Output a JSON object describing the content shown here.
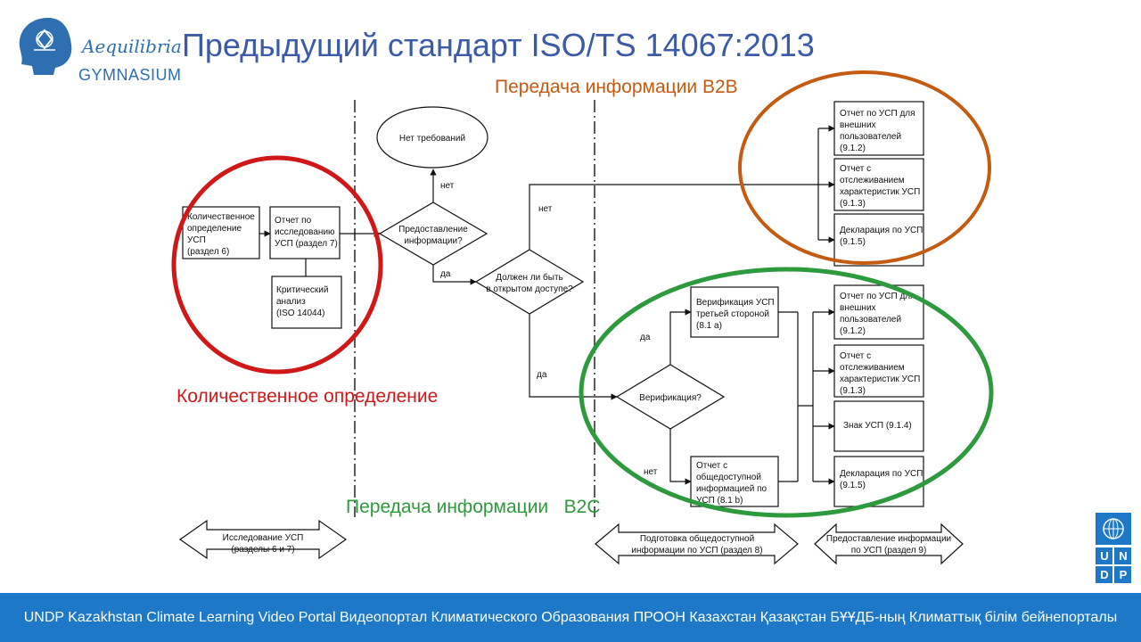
{
  "logo": {
    "title": "Aequilibria",
    "subtitle": "GYMNASIUM"
  },
  "header": {
    "title": "Предыдущий стандарт ISO/TS 14067:2013"
  },
  "annotations": {
    "b2b": "Передача информации В2В",
    "quantification": "Количественное определение",
    "b2c": "Передача информации   В2С"
  },
  "diagram": {
    "boxes": {
      "quantification": [
        "Количественное",
        "определение",
        "УСП",
        "(раздел 6)"
      ],
      "study_report": [
        "Отчет по",
        "исследованию",
        "УСП (раздел 7)"
      ],
      "critical_review": [
        "Критический",
        "анализ",
        "(ISO 14044)"
      ],
      "no_requirements": "Нет требований",
      "external_report_top": [
        "Отчет по УСП для",
        "внешних",
        "пользователей",
        "(9.1.2)"
      ],
      "tracking_report_top": [
        "Отчет с",
        "отслеживанием",
        "характеристик УСП",
        "(9.1.3)"
      ],
      "declaration_top": [
        "Декларация по УСП",
        "(9.1.5)"
      ],
      "third_party_verification": [
        "Верификация УСП",
        "третьей стороной",
        "(8.1 a)"
      ],
      "public_report": [
        "Отчет с",
        "общедоступной",
        "информацией по",
        "УСП (8.1 b)"
      ],
      "external_report_bottom": [
        "Отчет по УСП для",
        "внешних",
        "пользователей",
        "(9.1.2)"
      ],
      "tracking_report_bottom": [
        "Отчет с",
        "отслеживанием",
        "характеристик УСП",
        "(9.1.3)"
      ],
      "label_mark": "Знак УСП (9.1.4)",
      "declaration_bottom": [
        "Декларация по УСП",
        "(9.1.5)"
      ]
    },
    "decisions": {
      "provide_info": [
        "Предоставление",
        "информации?"
      ],
      "public_access": [
        "Должен ли быть",
        "в открытом доступе?"
      ],
      "verification": "Верификация?"
    },
    "edge_labels": {
      "no_1": "нет",
      "yes_1": "да",
      "no_2": "нет",
      "yes_2": "да",
      "yes_3": "да",
      "no_3": "нет"
    },
    "phases": {
      "study": [
        "Исследование УСП",
        "(разделы 6 и 7)"
      ],
      "prep": [
        "Подготовка общедоступной",
        "информации по УСП (раздел 8)"
      ],
      "provide": [
        "Предоставление информации",
        "по УСП (раздел 9)"
      ]
    }
  },
  "undp": {
    "letters": [
      "U",
      "N",
      "D",
      "P"
    ]
  },
  "footer": {
    "text": "UNDP Kazakhstan Climate Learning Video Portal  Видеопортал Климатического Образования ПРООН Казахстан   Қазақстан БҰҰДБ-ның Климаттық білім бейнепорталы"
  },
  "colors": {
    "title": "#3b5ba9",
    "b2b_orange": "#c55a11",
    "quant_red": "#d01818",
    "b2c_green": "#2e9a3e",
    "footer_blue": "#1e78c8",
    "undp_blue": "#1e78c8"
  }
}
